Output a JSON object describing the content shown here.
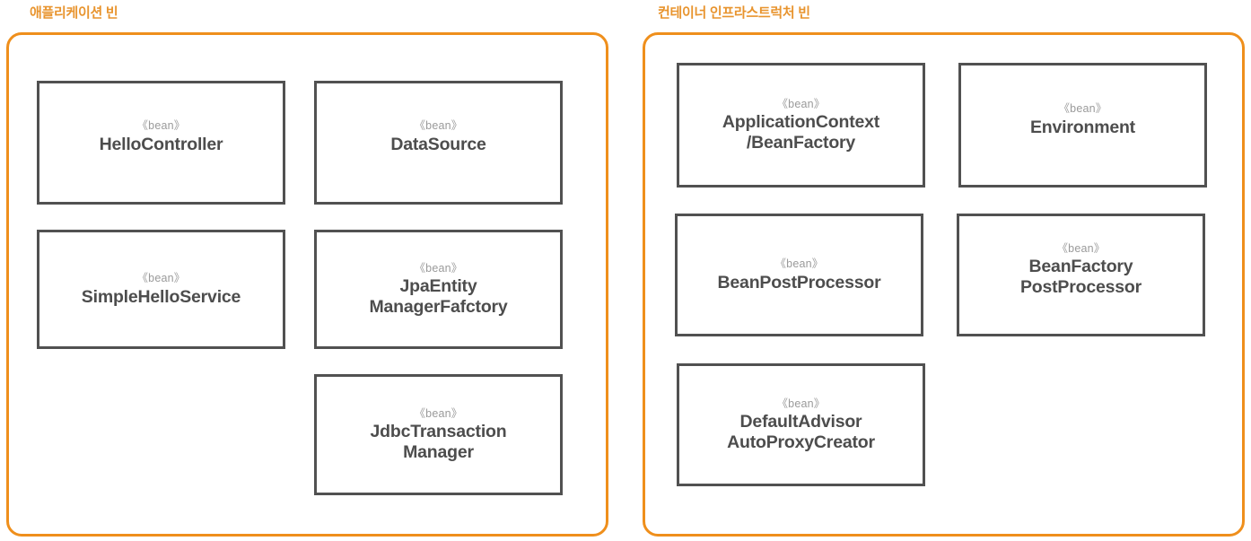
{
  "diagram": {
    "title_left": "애플리케이션 빈",
    "title_right": "컨테이너 인프라스트럭처 빈",
    "accent_color": "#ef8f1c",
    "box_border_color": "#515151",
    "text_color": "#4d4d4d",
    "stereotype_color": "#9a9a9a",
    "stereotype": "《bean》"
  },
  "groups": [
    {
      "key": "application-beans",
      "title": "애플리케이션 빈",
      "beans": [
        {
          "stereotype": "《bean》",
          "name": "HelloController"
        },
        {
          "stereotype": "《bean》",
          "name": "DataSource"
        },
        {
          "stereotype": "《bean》",
          "name": "SimpleHelloService"
        },
        {
          "stereotype": "《bean》",
          "name": "JpaEntity\nManagerFafctory"
        },
        {
          "stereotype": "《bean》",
          "name": "JdbcTransaction\nManager"
        }
      ]
    },
    {
      "key": "container-infrastructure-beans",
      "title": "컨테이너 인프라스트럭처 빈",
      "beans": [
        {
          "stereotype": "《bean》",
          "name": "ApplicationContext\n/BeanFactory"
        },
        {
          "stereotype": "《bean》",
          "name": "Environment"
        },
        {
          "stereotype": "《bean》",
          "name": "BeanPostProcessor"
        },
        {
          "stereotype": "《bean》",
          "name": "BeanFactory\nPostProcessor"
        },
        {
          "stereotype": "《bean》",
          "name": "DefaultAdvisor\nAutoProxyCreator"
        }
      ]
    }
  ]
}
